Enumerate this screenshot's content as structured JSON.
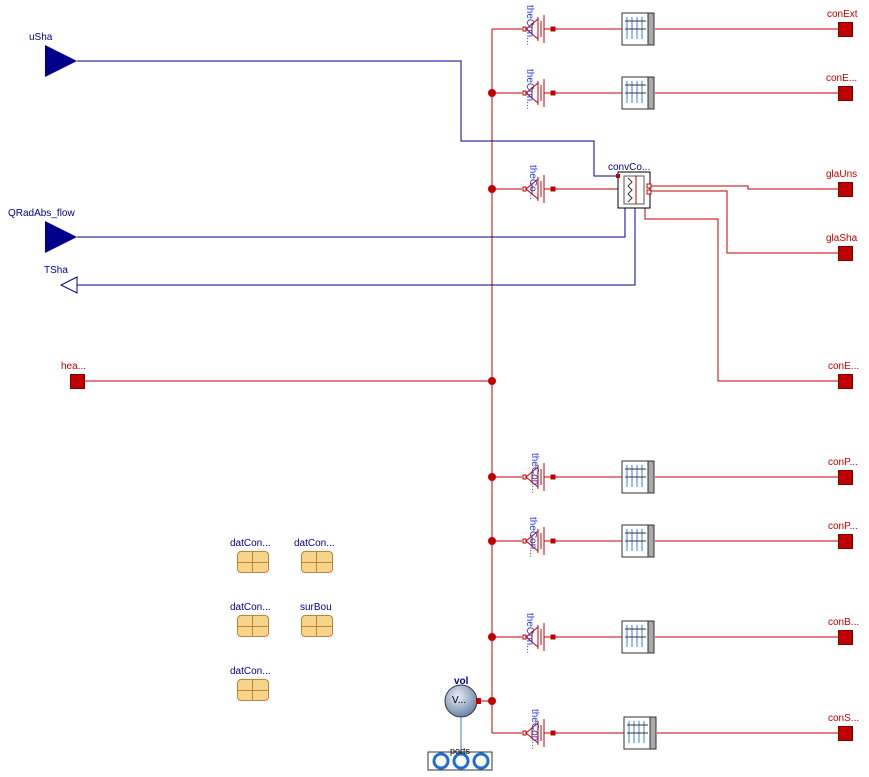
{
  "inputs": {
    "uSha": "uSha",
    "QRadAbs_flow": "QRadAbs_flow",
    "TSha": "TSha"
  },
  "heat_port": "hea...",
  "outputs": {
    "conExt": "conExt",
    "conExtWin": "conE...",
    "glaUns": "glaUns",
    "glaSha": "glaSha",
    "conExtWinFra": "conE...",
    "conPar_a": "conP...",
    "conPar_b": "conP...",
    "conBou": "conB...",
    "conSurBou": "conS..."
  },
  "components": {
    "convCon": "convCo...",
    "theCon": "theCon...",
    "theCon_short": "theCo...",
    "vol": "vol",
    "vol_icon": "V...",
    "ports": "ports"
  },
  "records": {
    "datCon_1": "datCon...",
    "datCon_2": "datCon...",
    "datCon_3": "datCon...",
    "surBou": "surBou",
    "datCon_4": "datCon..."
  },
  "colors": {
    "heat": "#c00000",
    "signal": "#00008b",
    "record": "#f7d48a",
    "fluid": "#3a7fd0"
  }
}
